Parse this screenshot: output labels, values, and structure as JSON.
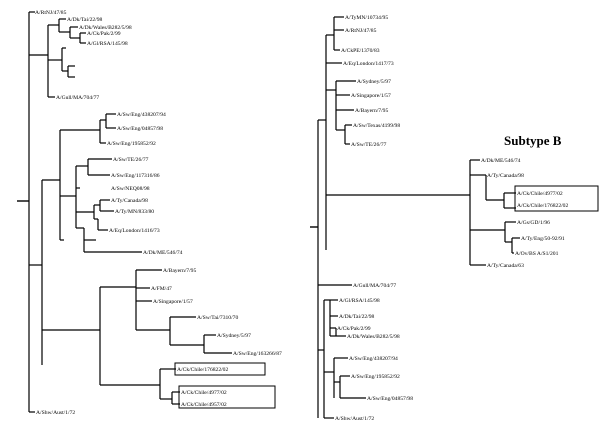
{
  "left_tree": {
    "labels": {
      "ruddy_nj_85": "A/RtNJ/47/85",
      "dk_tai_98": "A/Dk/Tai/22/98",
      "dk_wales_98": "A/Dk/Wales/B282/5/98",
      "ck_pak_99": "A/Ck/Pak/2/99",
      "gl_rsa_98": "A/Gl/RSA/145/98",
      "gull_ma_77": "A/Gull/MA/704/77",
      "sw_eng_438207_94": "A/Sw/Eng/438207/94",
      "sw_eng_04857_98": "A/Sw/Eng/04857/98",
      "sw_eng_195852_92": "A/Sw/Eng/195852/92",
      "sw_te_77": "A/Sw/TE/26/77",
      "sw_eng_117316_86": "A/Sw/Eng/117316/86",
      "sw_neq_98": "A/Sw/NEQ08/98",
      "ty_canada_98": "A/Ty/Canada/98",
      "ty_mn_80": "A/Ty/MN/833/80",
      "eq_london_73": "A/Eq/London/1416/73",
      "dk_me_74": "A/Dk/ME/546/74",
      "bayern_95": "A/Bayern/7/95",
      "fm_47": "A/FM/47",
      "singapore_57": "A/Singapore/1/57",
      "sw_tai_70": "A/Sw/Tai/7310/70",
      "sydney_97": "A/Sydney/5/97",
      "sw_eng_87": "A/Sw/Eng/163266/87",
      "ck_chile_176822": "A/Ck/Chile/176822/02",
      "ck_chile_4977": "A/Ck/Chile/4977/02",
      "ck_chile_4957": "A/Ck/Chile/4957/02",
      "shw_aust_72": "A/Shw/Aust/1/72"
    }
  },
  "right_tree": {
    "subtype_label": "Subtype  B",
    "labels": {
      "ty_mn_95": "A/TyMN/10734/95",
      "rt_nj_85": "A/RtNJ/47/85",
      "ck_pe_83": "A/CkPE/1370/83",
      "eq_london_73": "A/Eq/London/1417/73",
      "sydney_97": "A/Sydney/5/97",
      "singapore_57": "A/Singapore/1/57",
      "bayern_95": "A/Bayern/7/95",
      "sw_texas_98": "A/Sw/Texas/4199/98",
      "sw_te_77": "A/Sw/TE/26/77",
      "dk_me_74": "A/Dk/ME/546/74",
      "ty_canada_98": "A/Ty/Canada/98",
      "ck_chile_4977": "A/Ck/Chile/4977/02",
      "ck_chile_176822": "A/Ck/Chile/176822/02",
      "gs_gd_96": "A/Gs/GD/1/96",
      "ty_eng_91": "A/Ty/Eng/50-92/91",
      "ov_bs_01": "A/Ov/BS A/S1/201",
      "ty_canada_63": "A/Ty/Canada/63",
      "gull_ma_77": "A/Gull/MA/704/77",
      "gl_rsa_98": "A/Gl/RSA/145/98",
      "dk_tai_98": "A/Dk/Tai/22/98",
      "ck_pak_99": "A/Ck/Pak/2/99",
      "dk_wales_98": "A/Dk/Wales/B282/5/98",
      "sw_eng_94": "A/Sw/Eng/438207/94",
      "sw_eng_92": "A/Sw/Eng/195852/92",
      "sw_eng_98": "A/Sw/Eng/04857/98",
      "shw_aust_72": "A/Shw/Aust/1/72"
    }
  }
}
